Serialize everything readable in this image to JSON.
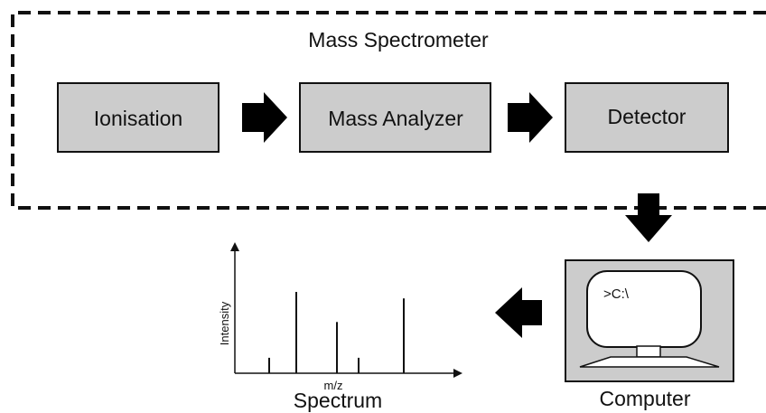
{
  "diagram": {
    "title": "Mass Spectrometer",
    "stages": [
      {
        "id": "ionisation",
        "label": "Ionisation"
      },
      {
        "id": "mass-analyzer",
        "label": "Mass Analyzer"
      },
      {
        "id": "detector",
        "label": "Detector"
      }
    ],
    "computer": {
      "label": "Computer",
      "screen_text": ">C:\\"
    },
    "spectrum": {
      "label": "Spectrum",
      "x_axis_label": "m/z",
      "y_axis_label": "Intensity",
      "peaks": [
        {
          "mz": 1,
          "intensity": 0.19
        },
        {
          "mz": 2,
          "intensity": 1.0
        },
        {
          "mz": 3,
          "intensity": 0.63
        },
        {
          "mz": 4,
          "intensity": 0.19
        },
        {
          "mz": 5,
          "intensity": 0.92
        }
      ]
    },
    "colors": {
      "box_fill": "#cccccc",
      "stroke": "#111111",
      "arrow": "#000000"
    }
  }
}
